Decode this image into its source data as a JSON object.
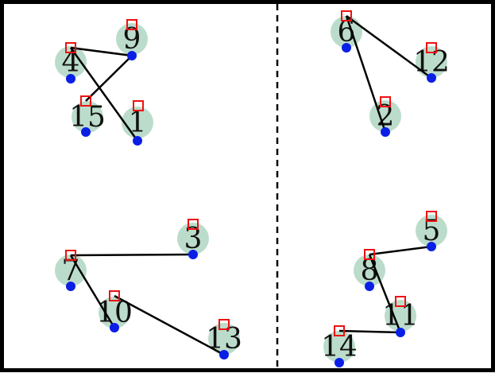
{
  "colors": {
    "frame": "#000000",
    "circle": "#bcdccb",
    "dot": "#0a1fe6",
    "square": "#ee1111",
    "link": "#000000",
    "divider": "#000000"
  },
  "nodes": [
    {
      "id": "4",
      "label": "4"
    },
    {
      "id": "9",
      "label": "9"
    },
    {
      "id": "15",
      "label": "15"
    },
    {
      "id": "1",
      "label": "1"
    },
    {
      "id": "6",
      "label": "6"
    },
    {
      "id": "12",
      "label": "12"
    },
    {
      "id": "2",
      "label": "2"
    },
    {
      "id": "3",
      "label": "3"
    },
    {
      "id": "7",
      "label": "7"
    },
    {
      "id": "10",
      "label": "10"
    },
    {
      "id": "13",
      "label": "13"
    },
    {
      "id": "5",
      "label": "5"
    },
    {
      "id": "8",
      "label": "8"
    },
    {
      "id": "11",
      "label": "11"
    },
    {
      "id": "14",
      "label": "14"
    }
  ],
  "links": [
    {
      "from": "4",
      "to": "9"
    },
    {
      "from": "4",
      "to": "1"
    },
    {
      "from": "15",
      "to": "9"
    },
    {
      "from": "6",
      "to": "12"
    },
    {
      "from": "6",
      "to": "2"
    },
    {
      "from": "7",
      "to": "3"
    },
    {
      "from": "7",
      "to": "10"
    },
    {
      "from": "10",
      "to": "13"
    },
    {
      "from": "8",
      "to": "5"
    },
    {
      "from": "8",
      "to": "11"
    },
    {
      "from": "14",
      "to": "11"
    }
  ]
}
